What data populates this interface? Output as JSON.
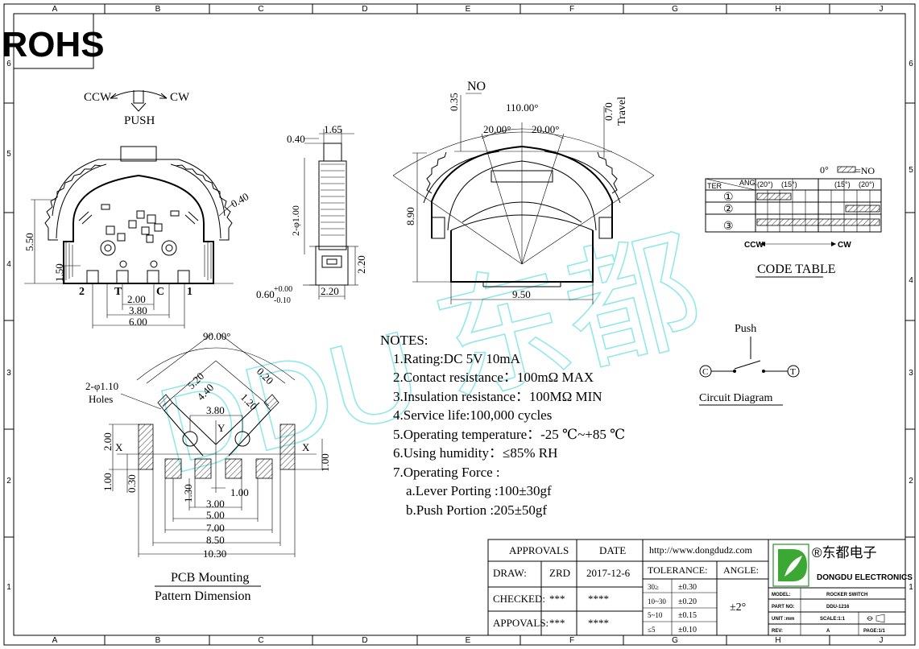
{
  "border": {
    "columns": [
      "A",
      "B",
      "C",
      "D",
      "E",
      "F",
      "G",
      "H",
      "J"
    ],
    "rows": [
      "6",
      "5",
      "4",
      "3",
      "2",
      "1"
    ]
  },
  "rohs": "ROHS",
  "watermark": {
    "latin": "DDU",
    "cjk": "东都"
  },
  "front_view": {
    "ccw": "CCW",
    "cw": "CW",
    "push": "PUSH",
    "dims": {
      "h550": "5.50",
      "h150": "1.50",
      "r040": "0.40",
      "w200": "2.00",
      "w380": "3.80",
      "w600": "6.00"
    },
    "pins": {
      "p2": "2",
      "pT": "T",
      "pC": "C",
      "p1": "1"
    }
  },
  "side_view": {
    "dims": {
      "d165": "1.65",
      "d040": "0.40",
      "d2phi": "2-φ1.00",
      "d220v": "2.20",
      "d220h": "2.20",
      "tol_base": "0.60",
      "tol_plus": "+0.00",
      "tol_minus": "-0.10"
    }
  },
  "top_view": {
    "no": "NO",
    "travel": "Travel",
    "dims": {
      "d035": "0.35",
      "d070": "0.70",
      "a110": "110.00°",
      "a20l": "20.00°",
      "a20r": "20.00°",
      "h890": "8.90",
      "w950": "9.50"
    }
  },
  "code_table": {
    "zero_label": "0°",
    "no_label": "=NO",
    "header_ter": "TER",
    "header_ang": "ANG.",
    "angles": [
      "(20°)",
      "(15°)",
      "(15°)",
      "(20°)"
    ],
    "rows": [
      "①",
      "②",
      "③"
    ],
    "ccw": "CCW",
    "cw": "CW",
    "title": "CODE TABLE"
  },
  "circuit": {
    "push": "Push",
    "c": "C",
    "t": "T",
    "title": "Circuit Diagram"
  },
  "pcb": {
    "holes": "2-φ1.10",
    "holes2": "Holes",
    "x": "X",
    "y": "Y",
    "dims": {
      "a90": "90.00°",
      "d520": "5.20",
      "d440": "4.40",
      "d020": "0.20",
      "d120": "1.20",
      "d380": "3.80",
      "d200": "2.00",
      "d100l": "1.00",
      "d030": "0.30",
      "d100r": "1.00",
      "d130": "1.30",
      "d100c": "1.00",
      "d300": "3.00",
      "d500": "5.00",
      "d700": "7.00",
      "d850": "8.50",
      "d1030": "10.30"
    },
    "title1": "PCB Mounting",
    "title2": "Pattern Dimension"
  },
  "notes": {
    "heading": "NOTES:",
    "items": [
      "1.Rating:DC 5V 10mA",
      "2.Contact resistance：100mΩ MAX",
      "3.Insulation resistance：100MΩ MIN",
      "4.Service life:100,000 cycles",
      "5.Operating temperature：-25 ℃~+85 ℃",
      "6.Using humidity：≤85% RH",
      "7.Operating Force :",
      "a.Lever Porting :100±30gf",
      "b.Push Portion :205±50gf"
    ]
  },
  "title_block": {
    "approvals": "APPROVALS",
    "date": "DATE",
    "url": "http://www.dongdudz.com",
    "draw_label": "DRAW:",
    "draw_name": "ZRD",
    "draw_date": "2017-12-6",
    "checked_label": "CHECKED:",
    "checked_name": "***",
    "checked_date": "****",
    "appovals_label": "APPOVALS:",
    "appovals_name": "***",
    "appovals_date": "****",
    "tolerance": "TOLERANCE:",
    "angle": "ANGLE:",
    "angle_val": "±2°",
    "tol_rows": [
      {
        "range": "30≥",
        "val": "±0.30"
      },
      {
        "range": "10~30",
        "val": "±0.20"
      },
      {
        "range": "5~10",
        "val": "±0.15"
      },
      {
        "range": "≤5",
        "val": "±0.10"
      }
    ],
    "company_cn": "®东都电子",
    "company_en": "DONGDU ELECTRONICS",
    "model_label": "MODEL:",
    "model_val": "ROCKER SWITCH",
    "partno_label": "PART NO:",
    "partno_val": "DDU-1216",
    "unit_label": "UNIT :mm",
    "scale": "SCALE:1:1",
    "rev_label": "REV:",
    "rev_val": "A",
    "page": "PAGE:1/1"
  }
}
